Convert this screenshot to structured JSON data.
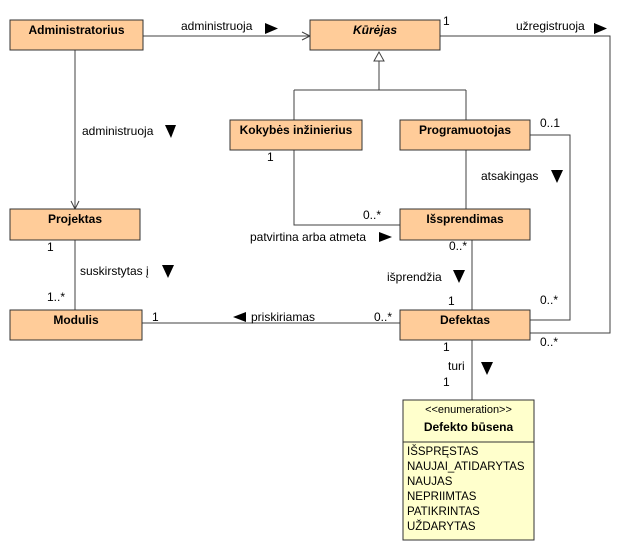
{
  "classes": {
    "administratorius": "Administratorius",
    "kurejas": "Kūrėjas",
    "kokybes": "Kokybės inžinierius",
    "programuotojas": "Programuotojas",
    "projektas": "Projektas",
    "issprendimas": "Išsprendimas",
    "modulis": "Modulis",
    "defektas": "Defektas"
  },
  "associations": {
    "admin_kurejas": "administruoja",
    "admin_projektas": "administruoja",
    "kurejas_defektas": "užregistruoja",
    "projektas_modulis": "suskirstytas į",
    "prog_issprendimas": "atsakingas",
    "kokybes_issprendimas": "patvirtina arba atmeta",
    "issprendimas_defektas": "išprendžia",
    "defektas_modulis": "priskiriamas",
    "defektas_busena": "turi"
  },
  "multiplicities": {
    "kurejas_uzregistruoja": "1",
    "prog_top": "0..1",
    "kokybes_bottom": "1",
    "issprendimas_left": "0..*",
    "issprendimas_bottom": "0..*",
    "projektas_bottom": "1",
    "modulis_top": "1..*",
    "modulis_right": "1",
    "defektas_left": "0..*",
    "defektas_top": "1",
    "defektas_right_upper": "0..*",
    "defektas_right_lower": "0..*",
    "defektas_bottom": "1",
    "busena_top": "1"
  },
  "enumeration": {
    "stereotype": "<<enumeration>>",
    "name": "Defekto būsena",
    "values": [
      "IŠSPRĘSTAS",
      "NAUJAI_ATIDARYTAS",
      "NAUJAS",
      "NEPRIIMTAS",
      "PATIKRINTAS",
      "UŽDARYTAS"
    ]
  },
  "colors": {
    "class_fill": "#ffcc99",
    "enum_fill": "#ffffcc",
    "line": "#404040"
  }
}
